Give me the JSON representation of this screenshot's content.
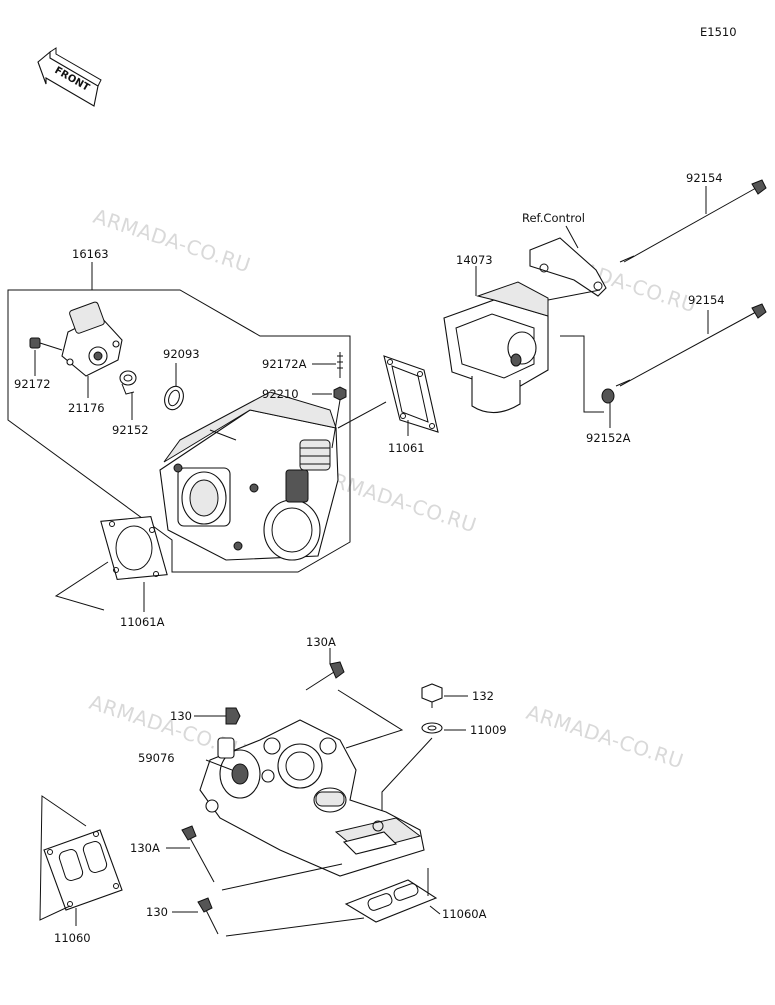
{
  "diagram_code": "E1510",
  "front_label": "FRONT",
  "watermark": "ARMADA-CO.RU",
  "callouts": {
    "c16163": "16163",
    "c92172": "92172",
    "c21176": "21176",
    "c92152": "92152",
    "c92093": "92093",
    "c92172a": "92172A",
    "c92210": "92210",
    "c11061": "11061",
    "c11061a": "11061A",
    "c14073": "14073",
    "ref_control": "Ref.Control",
    "c92154_top": "92154",
    "c92154_mid": "92154",
    "c92152a": "92152A",
    "c130a_top": "130A",
    "c132": "132",
    "c130_top": "130",
    "c11009": "11009",
    "c59076": "59076",
    "c130a_bot": "130A",
    "c130_bot": "130",
    "c11060": "11060",
    "c11060a": "11060A"
  }
}
